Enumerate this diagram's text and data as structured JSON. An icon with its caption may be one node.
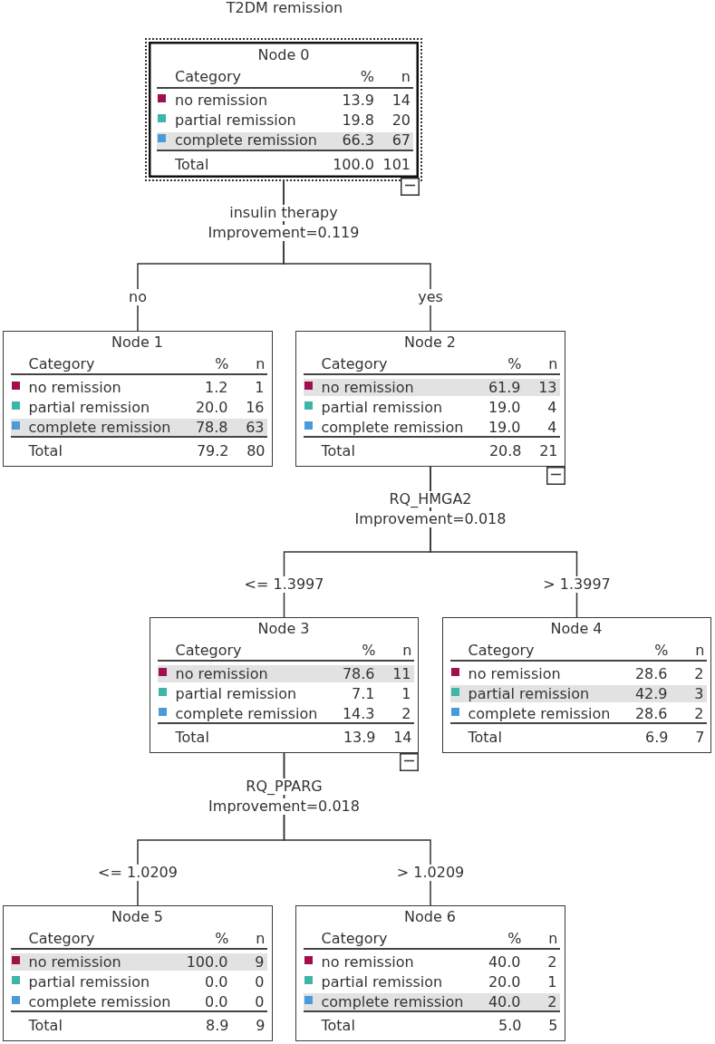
{
  "diagram": {
    "title": "T2DM remission",
    "nodes": [
      {
        "text": [
          "Node 0",
          "Category",
          "%",
          "n",
          "no remission",
          "13.9",
          "14",
          "partial remission",
          "19.8",
          "20",
          "complete remission",
          "66.3",
          "67",
          "Total",
          "100.0",
          "101"
        ],
        "beside": [
          "insulin therapy",
          "Improvement=0.119"
        ]
      },
      {
        "text": [
          "Node 1",
          "Category",
          "%",
          "n",
          "no remission",
          "1.2",
          "1",
          "partial remission",
          "20.0",
          "16",
          "complete remission",
          "78.8",
          "63",
          "Total",
          "79.2",
          "80"
        ]
      },
      {
        "text": [
          "Node 2",
          "Category",
          "%",
          "n",
          "no remission",
          "61.9",
          "13",
          "partial remission",
          "19.0",
          "4",
          "complete remission",
          "19.0",
          "4",
          "Total",
          "20.8",
          "21"
        ],
        "beside": [
          "RQ_HMGA2",
          "Improvement=0.018"
        ]
      },
      {
        "text": [
          "Node 3",
          "Category",
          "%",
          "n",
          "no remission",
          "78.6",
          "11",
          "partial remission",
          "7.1",
          "1",
          "complete remission",
          "14.3",
          "2",
          "Total",
          "13.9",
          "14"
        ],
        "beside": [
          "RQ_PPARG",
          "Improvement=0.018"
        ]
      },
      {
        "text": [
          "Node 4",
          "Category",
          "%",
          "n",
          "no remission",
          "28.6",
          "2",
          "partial remission",
          "42.9",
          "3",
          "complete remission",
          "28.6",
          "2",
          "Total",
          "6.9",
          "7"
        ]
      },
      {
        "text": [
          "Node 5",
          "Category",
          "%",
          "n",
          "no remission",
          "100.0",
          "9",
          "partial remission",
          "0.0",
          "0",
          "complete remission",
          "0.0",
          "0",
          "Total",
          "8.9",
          "9"
        ]
      },
      {
        "text": [
          "Node 6",
          "Category",
          "%",
          "n",
          "no remission",
          "40.0",
          "2",
          "partial remission",
          "20.0",
          "1",
          "complete remission",
          "40.0",
          "2",
          "Total",
          "5.0",
          "5"
        ]
      }
    ],
    "edges": [
      {
        "from": 0,
        "to": 1,
        "arrow": "none",
        "label": "no"
      },
      {
        "from": 0,
        "to": 2,
        "arrow": "none",
        "label": "yes"
      },
      {
        "from": 2,
        "to": 3,
        "arrow": "none",
        "label": "<= 1.3997"
      },
      {
        "from": 2,
        "to": 4,
        "arrow": "none",
        "label": "> 1.3997"
      },
      {
        "from": 3,
        "to": 5,
        "arrow": "none",
        "label": "<= 1.0209"
      },
      {
        "from": 3,
        "to": 6,
        "arrow": "none",
        "label": "> 1.0209"
      }
    ]
  }
}
